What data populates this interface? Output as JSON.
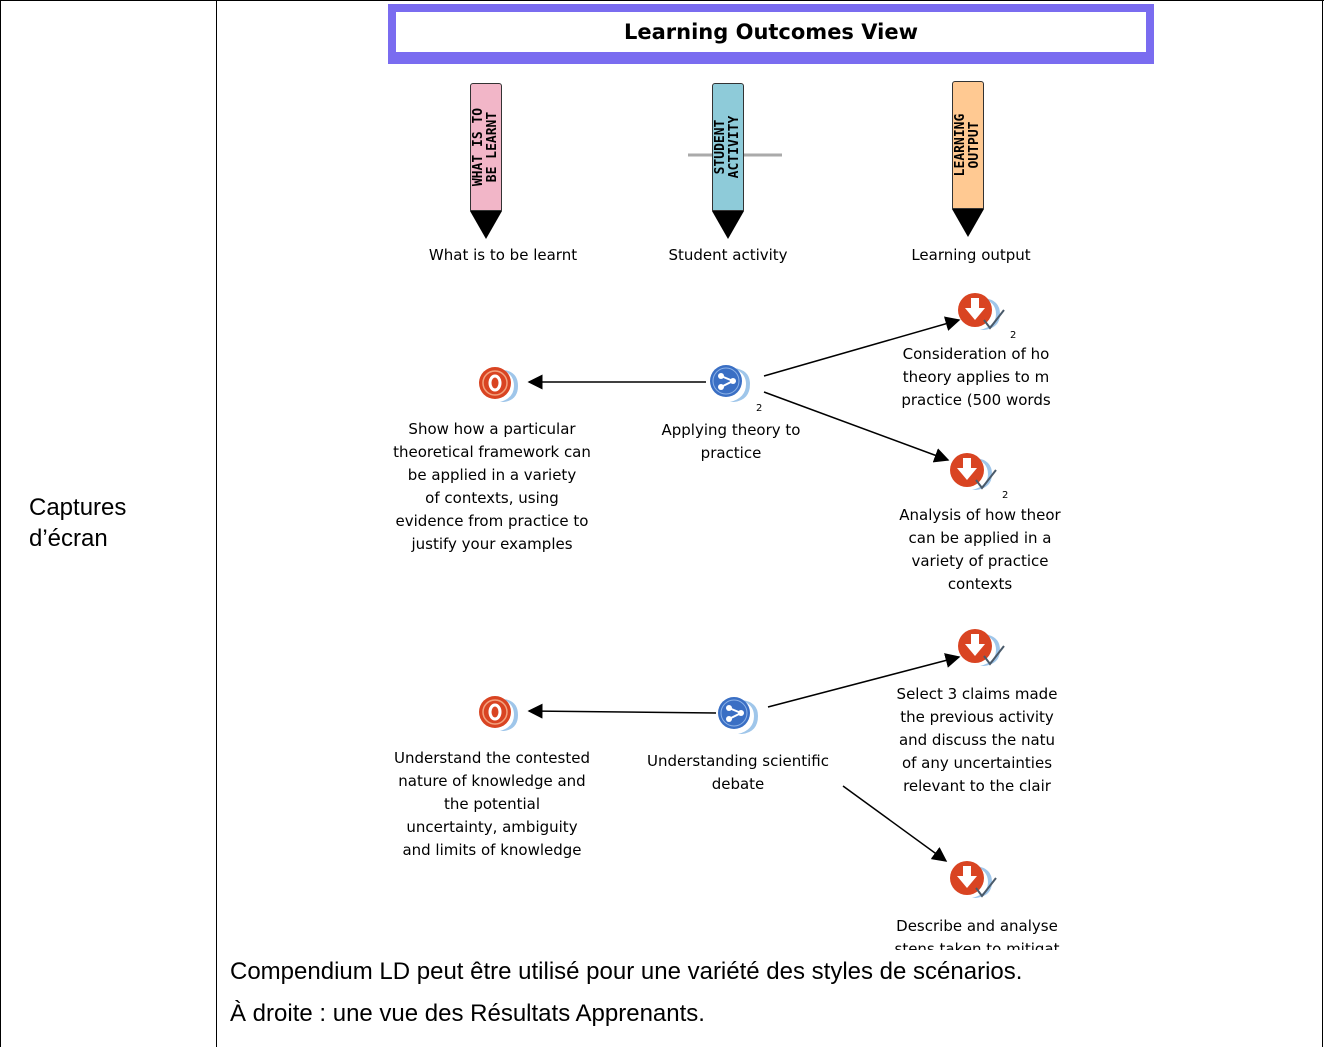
{
  "row_label": "Captures\nd’écran",
  "view_title": "Learning Outcomes View",
  "columns": [
    {
      "pencil_text": "WHAT IS TO\nBE LEARNT",
      "label": "What is to be learnt",
      "color": "#f2b6c8"
    },
    {
      "pencil_text": "STUDENT\nACTIVITY",
      "label": "Student activity",
      "color": "#8ecbd9"
    },
    {
      "pencil_text": "LEARNING\nOUTPUT",
      "label": "Learning output",
      "color": "#ffc992"
    }
  ],
  "nodes": {
    "outcome1": "Show how a particular\ntheoretical framework can\nbe applied in a variety\nof contexts, using\nevidence from practice to\njustify your examples",
    "activity1": "Applying theory to\npractice",
    "activity1_count": "2",
    "output1": "Consideration of ho\ntheory applies to m\npractice (500 words",
    "output1_count": "2",
    "output2": "Analysis of how theor\ncan be applied in a\nvariety of practice\ncontexts",
    "output2_count": "2",
    "outcome2": "Understand the contested\nnature of knowledge and\nthe potential\nuncertainty, ambiguity\nand limits of knowledge",
    "activity2": "Understanding scientific\ndebate",
    "output3": "Select 3 claims made\nthe previous activity\nand discuss the natu\nof any uncertainties\nrelevant to the clair",
    "output4": "Describe and analyse\nstens taken to mitigat"
  },
  "caption_line1": "Compendium LD peut être utilisé pour une variété des styles de scénarios.",
  "caption_line2": "À droite : une vue des Résultats Apprenants.",
  "colors": {
    "title_border": "#7a6cf0",
    "outcome_red": "#d94422",
    "activity_blue": "#3a6fc4"
  }
}
